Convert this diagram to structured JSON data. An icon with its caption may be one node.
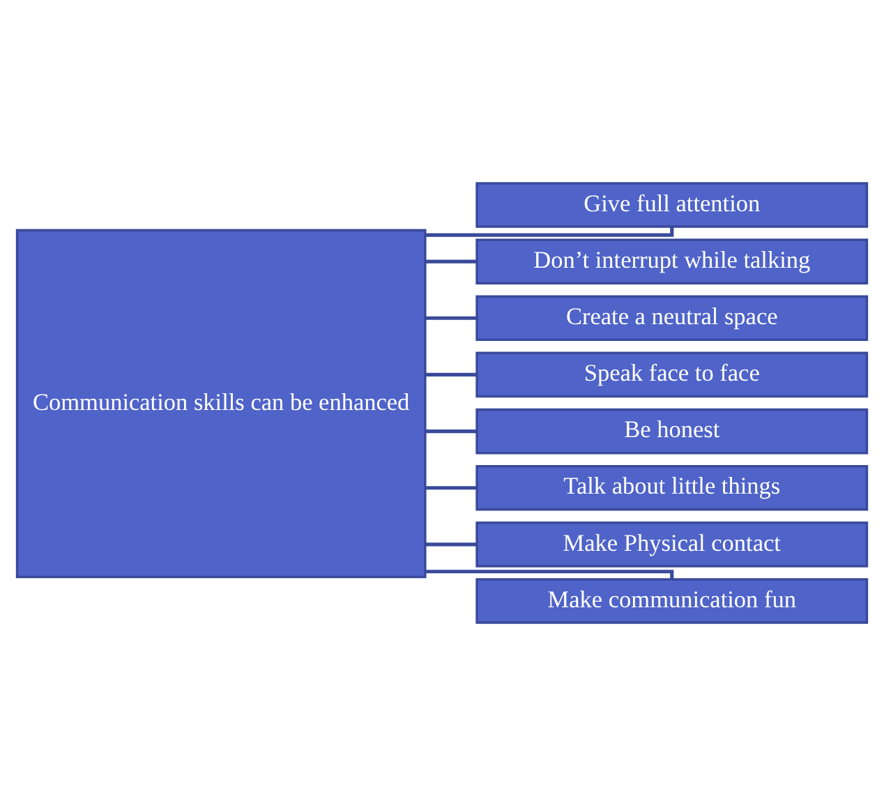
{
  "diagram": {
    "nodes": [
      {
        "text": [
          "Communication skills can be enhanced"
        ]
      },
      {
        "text": [
          "Give full attention"
        ]
      },
      {
        "text": [
          "Don’t interrupt while talking"
        ]
      },
      {
        "text": [
          "Create a neutral space"
        ]
      },
      {
        "text": [
          "Speak face to face"
        ]
      },
      {
        "text": [
          "Be honest"
        ]
      },
      {
        "text": [
          "Talk about little things"
        ]
      },
      {
        "text": [
          "Make Physical contact"
        ]
      },
      {
        "text": [
          "Make communication fun"
        ]
      }
    ],
    "edges": [
      {
        "from": 0,
        "to": 1,
        "arrow": "none"
      },
      {
        "from": 0,
        "to": 2,
        "arrow": "none"
      },
      {
        "from": 0,
        "to": 3,
        "arrow": "none"
      },
      {
        "from": 0,
        "to": 4,
        "arrow": "none"
      },
      {
        "from": 0,
        "to": 5,
        "arrow": "none"
      },
      {
        "from": 0,
        "to": 6,
        "arrow": "none"
      },
      {
        "from": 0,
        "to": 7,
        "arrow": "none"
      },
      {
        "from": 0,
        "to": 8,
        "arrow": "none"
      }
    ]
  }
}
